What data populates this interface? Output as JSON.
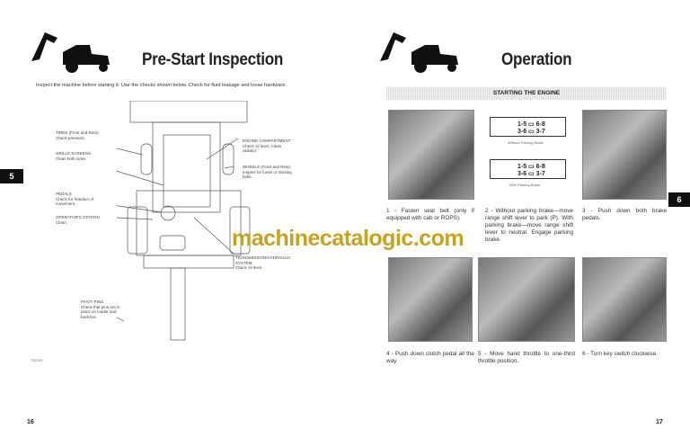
{
  "left": {
    "title": "Pre-Start Inspection",
    "intro": "Inspect the machine before starting it. Use the checks shown below. Check for fluid leakage and loose hardware.",
    "tab": "5",
    "labels": [
      {
        "head": "TIRES (Front and Rear)",
        "body": "Check pressure."
      },
      {
        "head": "GRILLE SCREENS",
        "body": "Clean both sides."
      },
      {
        "head": "PEDALS",
        "body": "Check for freedom of movement."
      },
      {
        "head": "OPERATOR'S STATION",
        "body": "Clean."
      },
      {
        "head": "ENGINE COMPARTMENT",
        "body": "Check oil level. Clean radiator."
      },
      {
        "head": "WHEELS (Front and Rear)",
        "body": "Inspect for loose or missing bolts."
      },
      {
        "head": "TRANSMISSION/HYDRAULIC SYSTEM",
        "body": "Check oil level."
      },
      {
        "head": "PIVOT PINS",
        "body": "Check that pins are in place on loader and backhoe."
      }
    ],
    "fig_id": "T92702",
    "page_number": "16"
  },
  "right": {
    "title": "Operation",
    "section": "STARTING THE ENGINE",
    "tab": "6",
    "diagram_captions": [
      "Without Parking Brake",
      "With Parking Brake"
    ],
    "steps": [
      {
        "text": "1 - Fasten seat belt (only if equipped with cab or ROPS)."
      },
      {
        "text": "2 - Without parking brake—move range shift lever to park (P). With parking brake—move range shift lever to neutral. Engage parking brake."
      },
      {
        "text": "3 - Push down both brake pedals."
      },
      {
        "text": "4 - Push down clutch pedal all the way."
      },
      {
        "text": "5 - Move hand throttle to one-third throttle position."
      },
      {
        "text": "6 - Turn key switch clockwise."
      }
    ],
    "page_number": "17"
  },
  "watermark": "machinecatalogic.com"
}
